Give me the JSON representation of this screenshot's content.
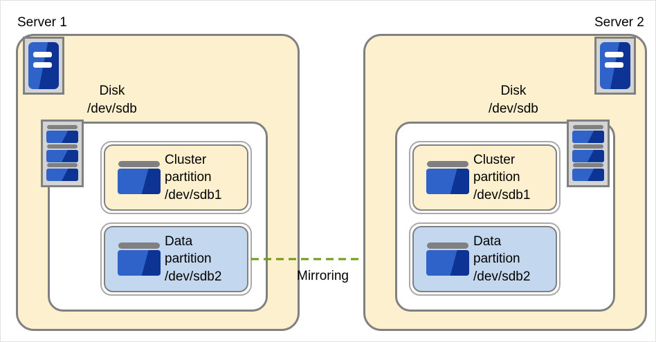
{
  "diagram": {
    "title_left": "Server 1",
    "title_right": "Server 2",
    "mirroring_label": "Mirroring",
    "colors": {
      "panel_fill": "#FDF0CE",
      "disk_fill": "#FFFFFF",
      "cluster_partition_fill": "#FDF0CE",
      "data_partition_fill": "#C3D7EE",
      "border_gray": "#808080",
      "arrow_green": "#6D9B17",
      "icon_blue_light": "#2F63C9",
      "icon_blue_dark": "#0D3494"
    },
    "servers": [
      {
        "name": "Server 1",
        "disk_label_line1": "Disk",
        "disk_label_line2": "/dev/sdb",
        "partitions": [
          {
            "kind": "cluster",
            "line1": "Cluster",
            "line2": "partition",
            "line3": "/dev/sdb1"
          },
          {
            "kind": "data",
            "line1": "Data",
            "line2": "partition",
            "line3": "/dev/sdb2"
          }
        ]
      },
      {
        "name": "Server 2",
        "disk_label_line1": "Disk",
        "disk_label_line2": "/dev/sdb",
        "partitions": [
          {
            "kind": "cluster",
            "line1": "Cluster",
            "line2": "partition",
            "line3": "/dev/sdb1"
          },
          {
            "kind": "data",
            "line1": "Data",
            "line2": "partition",
            "line3": "/dev/sdb2"
          }
        ]
      }
    ],
    "connection": {
      "label": "Mirroring",
      "style": "dashed",
      "direction": "left-to-right",
      "from": "Server 1 /dev/sdb2",
      "to": "Server 2 /dev/sdb2"
    }
  }
}
